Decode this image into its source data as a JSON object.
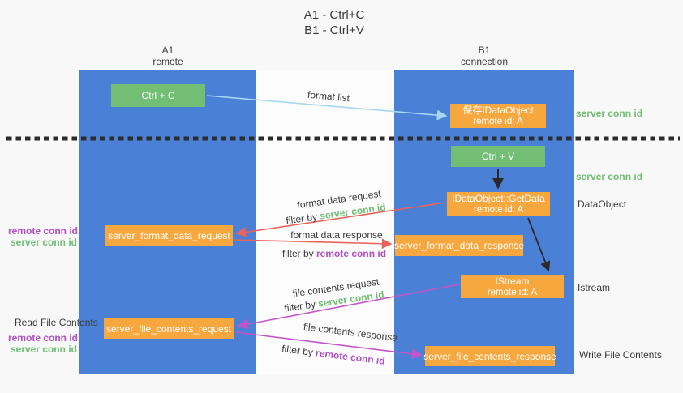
{
  "title": {
    "line1": "A1 - Ctrl+C",
    "line2": "B1 - Ctrl+V"
  },
  "lanes": {
    "left": {
      "title": "A1",
      "subtitle": "remote"
    },
    "right": {
      "title": "B1",
      "subtitle": "connection"
    }
  },
  "boxes": {
    "ctrl_c": "Ctrl + C",
    "ctrl_v": "Ctrl + V",
    "save_idataobject": {
      "line1": "保存IDataObject",
      "line2": "remote id: A"
    },
    "getdata": {
      "line1": "IDataObject::GetData",
      "line2": "remote id: A"
    },
    "istream": {
      "line1": "IStream",
      "line2": "remote id: A"
    },
    "format_request": "server_format_data_request",
    "format_response": "server_format_data_response",
    "file_request": "server_file_contents_request",
    "file_response": "server_file_contents_response"
  },
  "arrow_labels": {
    "format_list": "format list",
    "format_data_request": "format data request",
    "format_data_response": "format data response",
    "file_contents_request": "file contents request",
    "file_contents_response": "file contents response",
    "filter_by": "filter by",
    "server_conn_id": "server conn id",
    "remote_conn_id": "remote conn id"
  },
  "side_labels": {
    "server_conn_id_top": "server conn id",
    "server_conn_id_mid": "server conn id",
    "dataobject": "DataObject",
    "istream": "Istream",
    "write_file_contents": "Write File Contents",
    "read_file_contents": "Read File Contents",
    "remote_conn_id": "remote conn id",
    "server_conn_id": "server conn id"
  },
  "colors": {
    "column-blue": "#4a80d5",
    "box-green": "#71be74",
    "box-orange": "#f6a73e",
    "arrow-blue": "#a8d8f0",
    "arrow-red": "#e8635c",
    "arrow-purple": "#c455c8",
    "text-green": "#6fbe73",
    "text-purple": "#b14fc4",
    "text-dark": "#3a3a3a"
  }
}
